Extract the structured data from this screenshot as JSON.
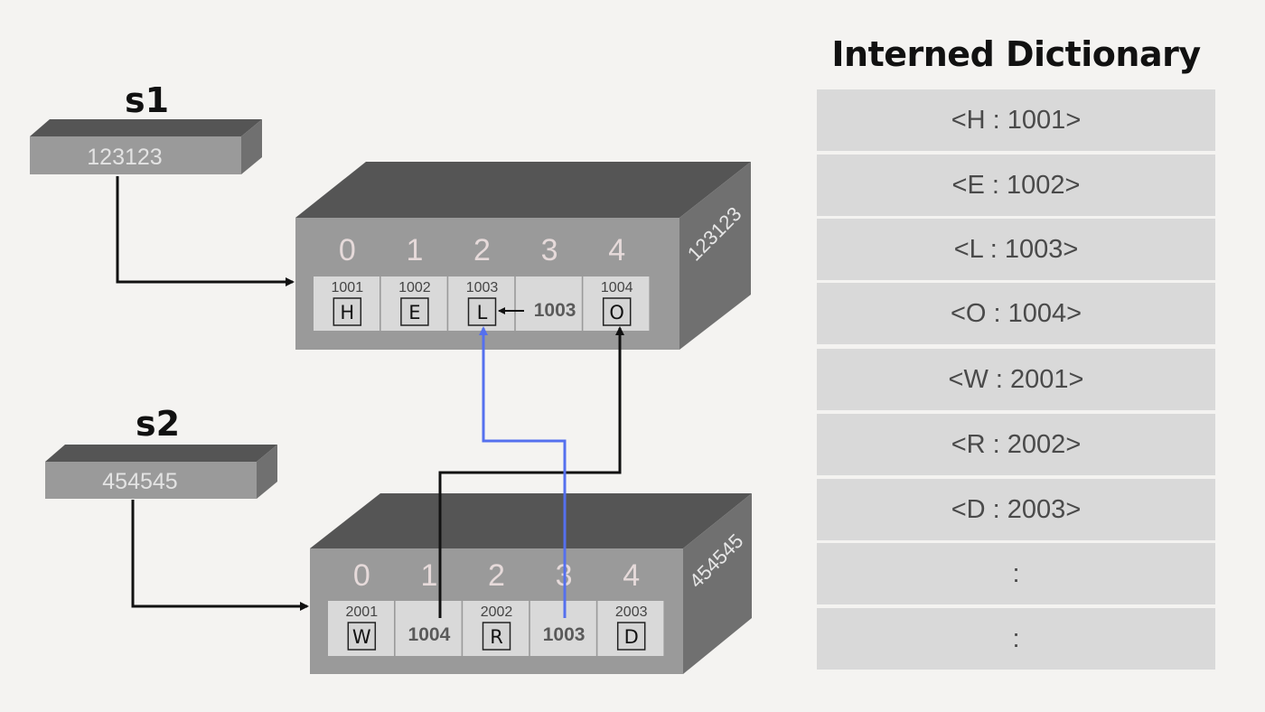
{
  "variables": [
    {
      "name": "s1",
      "address": "123123"
    },
    {
      "name": "s2",
      "address": "454545"
    }
  ],
  "arrays": [
    {
      "address": "123123",
      "indices": [
        "0",
        "1",
        "2",
        "3",
        "4"
      ],
      "cells": [
        {
          "addr": "1001",
          "value": "H",
          "kind": "char"
        },
        {
          "addr": "1002",
          "value": "E",
          "kind": "char"
        },
        {
          "addr": "1003",
          "value": "L",
          "kind": "char"
        },
        {
          "addr": "",
          "value": "1003",
          "kind": "ref"
        },
        {
          "addr": "1004",
          "value": "O",
          "kind": "char"
        }
      ]
    },
    {
      "address": "454545",
      "indices": [
        "0",
        "1",
        "2",
        "3",
        "4"
      ],
      "cells": [
        {
          "addr": "2001",
          "value": "W",
          "kind": "char"
        },
        {
          "addr": "",
          "value": "1004",
          "kind": "ref"
        },
        {
          "addr": "2002",
          "value": "R",
          "kind": "char"
        },
        {
          "addr": "",
          "value": "1003",
          "kind": "ref"
        },
        {
          "addr": "2003",
          "value": "D",
          "kind": "char"
        }
      ]
    }
  ],
  "dictionary": {
    "title": "Interned Dictionary",
    "entries": [
      "<H : 1001>",
      "<E : 1002>",
      "<L : 1003>",
      "<O : 1004>",
      "<W : 2001>",
      "<R : 2002>",
      "<D : 2003>",
      ":",
      ":"
    ]
  },
  "colors": {
    "box_top": "#555555",
    "box_front": "#9a9a9a",
    "box_side": "#707070",
    "cell": "#d9d9d9",
    "index_text": "#e6dada",
    "blue_arrow": "#5570ee",
    "black_arrow": "#111111"
  }
}
